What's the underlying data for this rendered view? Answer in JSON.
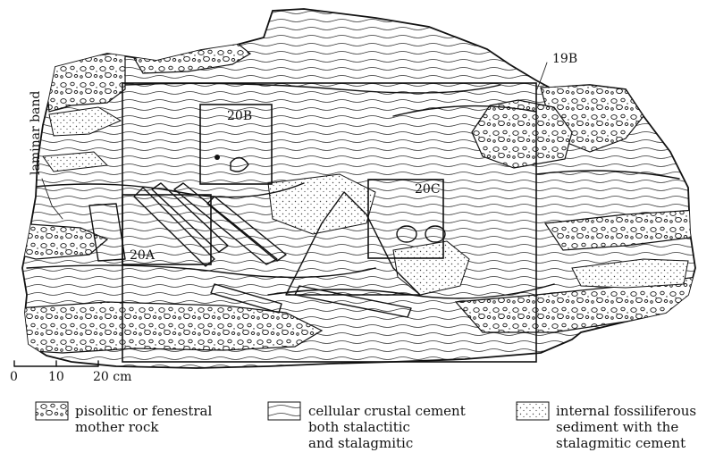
{
  "annotations": {
    "laminar_band": "laminar band",
    "ref_19b": "19B",
    "box_20a": "20A",
    "box_20b": "20B",
    "box_20c": "20C"
  },
  "scale_bar": {
    "tick_0": "0",
    "tick_10": "10",
    "tick_20": "20 cm"
  },
  "legend": [
    {
      "line1": "pisolitic or fenestral",
      "line2": "mother rock",
      "line3": "",
      "pattern": "pisolitic"
    },
    {
      "line1": "cellular crustal cement",
      "line2": "both stalactitic",
      "line3": "and stalagmitic",
      "pattern": "wavy"
    },
    {
      "line1": "internal fossiliferous",
      "line2": "sediment with the",
      "line3": "stalagmitic cement",
      "pattern": "dotted"
    }
  ],
  "colors": {
    "ink": "#111111",
    "paper": "#ffffff",
    "stipple": "#444444"
  }
}
